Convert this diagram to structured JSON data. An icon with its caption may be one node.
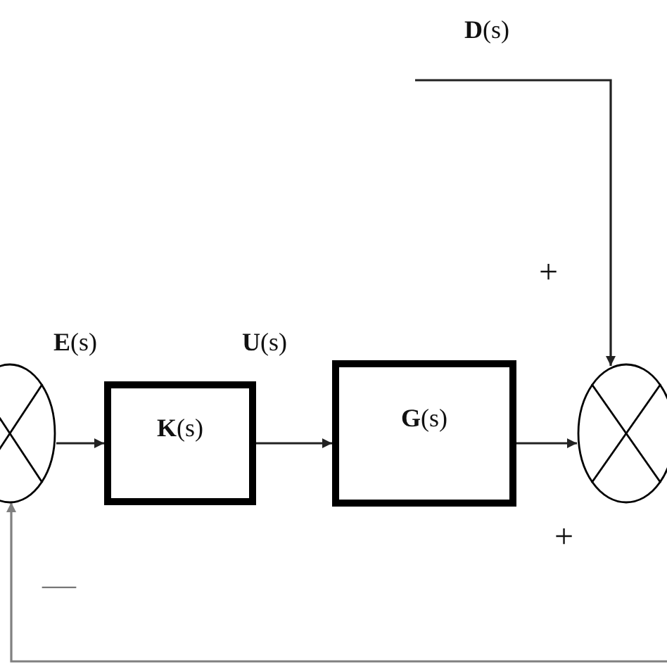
{
  "diagram": {
    "nodes": [
      {
        "text": [],
        "shape": "circle"
      },
      {
        "text": [
          "**K**(s)"
        ]
      },
      {
        "text": [
          "**G**(s)"
        ]
      },
      {
        "text": [],
        "shape": "circle"
      }
    ],
    "edges": [
      {
        "from": 0,
        "to": 1,
        "arrow": "to",
        "label": "**E**(s)"
      },
      {
        "from": 1,
        "to": 2,
        "arrow": "to",
        "label": "**U**(s)"
      },
      {
        "from": 2,
        "to": 3,
        "arrow": "to"
      },
      {
        "from": null,
        "to": 3,
        "arrow": "to"
      },
      {
        "from": null,
        "to": 0,
        "arrow": "to",
        "color": "#808080"
      }
    ],
    "labels": [
      "**D**(s)",
      "+",
      "+",
      "—"
    ]
  }
}
